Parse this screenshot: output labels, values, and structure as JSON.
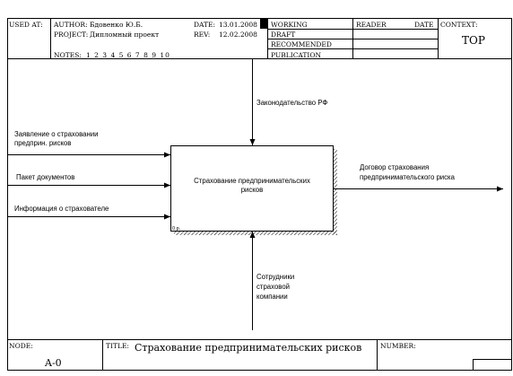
{
  "header": {
    "used_at_label": "USED AT:",
    "author_label": "AUTHOR:",
    "author_value": "Бдовенко Ю.Б.",
    "project_label": "PROJECT:",
    "project_value": "Дипломный проект",
    "date_label": "DATE:",
    "date_value": "13.01.2008",
    "rev_label": "REV:",
    "rev_value": "12.02.2008",
    "notes_label": "NOTES:",
    "notes_value": "1 2 3 4 5 6 7 8 9 10",
    "status_working": "WORKING",
    "status_draft": "DRAFT",
    "status_recommended": "RECOMMENDED",
    "status_publication": "PUBLICATION",
    "reader_label": "READER",
    "reader_date_label": "DATE",
    "context_label": "CONTEXT:",
    "context_value": "TOP"
  },
  "diagram": {
    "activity_line1": "Страхование предпринимательских",
    "activity_line2": "рисков",
    "activity_number": "0 р.",
    "control_label": "Законодательство РФ",
    "input1_line1": "Заявление о страховании",
    "input1_line2": "предприн. рисков",
    "input2_label": "Пакет документов",
    "input3_label": "Информация о страхователе",
    "output_line1": "Договор страхования",
    "output_line2": "предпринимательского риска",
    "mechanism_line1": "Сотрудники",
    "mechanism_line2": "страховой",
    "mechanism_line3": "компании"
  },
  "footer": {
    "node_label": "NODE:",
    "node_value": "A-0",
    "title_label": "TITLE:",
    "title_value": "Страхование предпринимательских рисков",
    "number_label": "NUMBER:"
  }
}
